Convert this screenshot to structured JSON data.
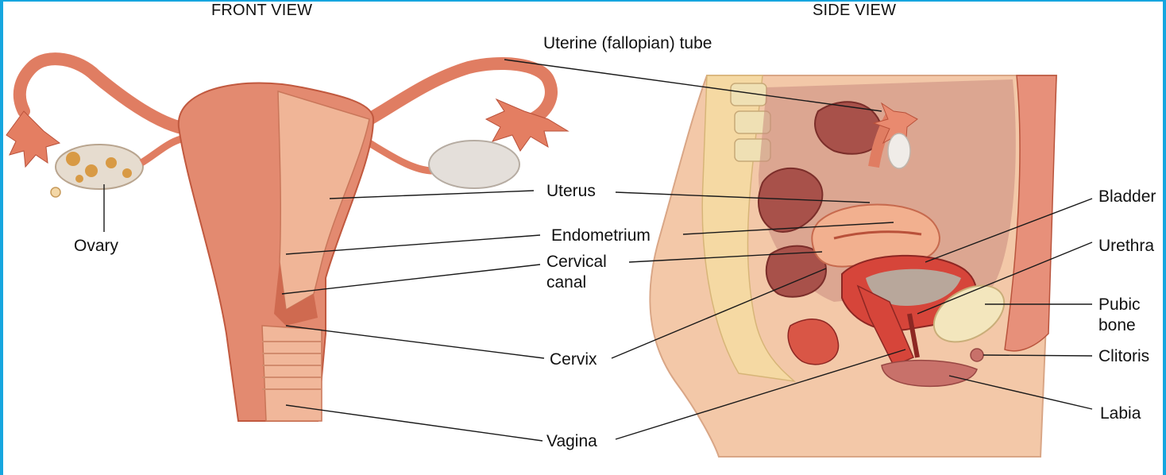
{
  "headings": {
    "front": "FRONT VIEW",
    "side": "SIDE VIEW"
  },
  "labels": {
    "uterine_tube": "Uterine (fallopian) tube",
    "ovary": "Ovary",
    "uterus": "Uterus",
    "endometrium": "Endometrium",
    "cervical_canal_1": "Cervical",
    "cervical_canal_2": "canal",
    "cervix": "Cervix",
    "vagina": "Vagina",
    "bladder": "Bladder",
    "urethra": "Urethra",
    "pubic_bone_1": "Pubic",
    "pubic_bone_2": "bone",
    "clitoris": "Clitoris",
    "labia": "Labia"
  },
  "colors": {
    "frame": "#16a6df",
    "tissue": "#e98a6f",
    "tissue_dark": "#c9573f",
    "tissue_light": "#f4b296",
    "skin": "#f3c8a8",
    "fat": "#f5d9a3",
    "bone": "#f1e4b8",
    "ovary": "#e4dfda",
    "spongy": "#d6453a"
  }
}
